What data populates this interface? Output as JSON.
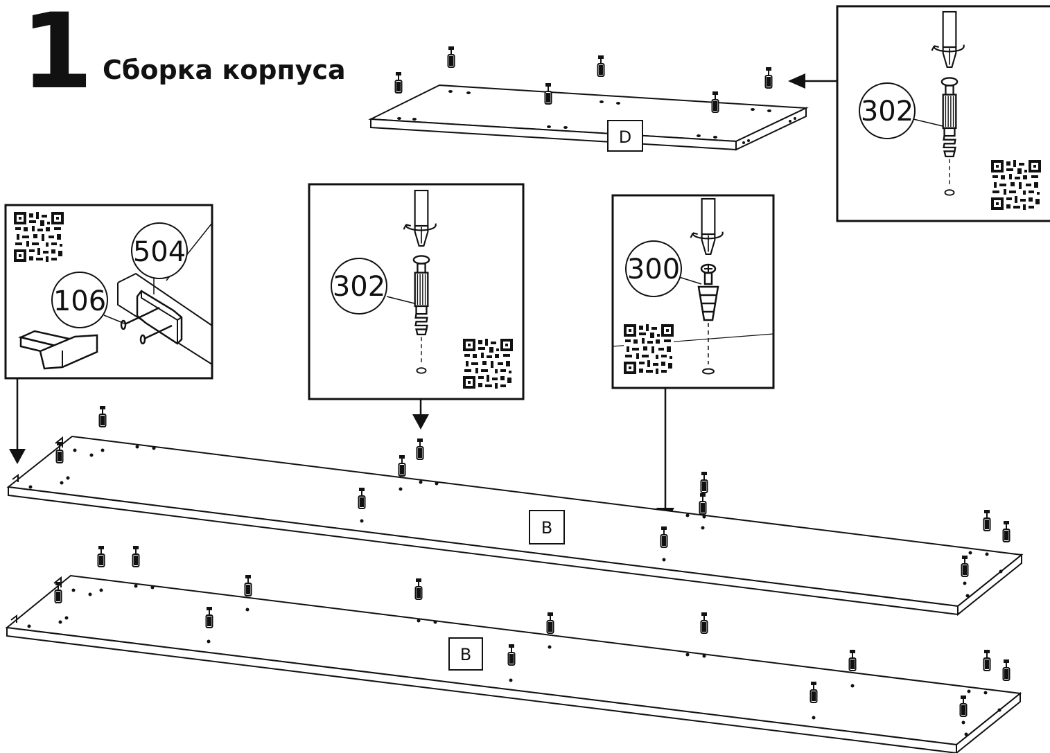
{
  "step": {
    "number": "1",
    "title": "Сборка корпуса"
  },
  "parts": {
    "d": "D",
    "b_upper": "B",
    "b_lower": "B"
  },
  "callouts": {
    "detail_top_right": "302",
    "detail_left_cam": "504",
    "detail_left_pin": "106",
    "detail_middle": "302",
    "detail_right": "300"
  },
  "icons": [
    "qr-code-icon",
    "screwdriver-icon",
    "rotation-arrow-icon",
    "cam-dowel-302-icon",
    "cam-lock-300-icon",
    "connector-504-icon",
    "pin-106-icon",
    "arrow-down-icon",
    "arrow-left-icon"
  ]
}
